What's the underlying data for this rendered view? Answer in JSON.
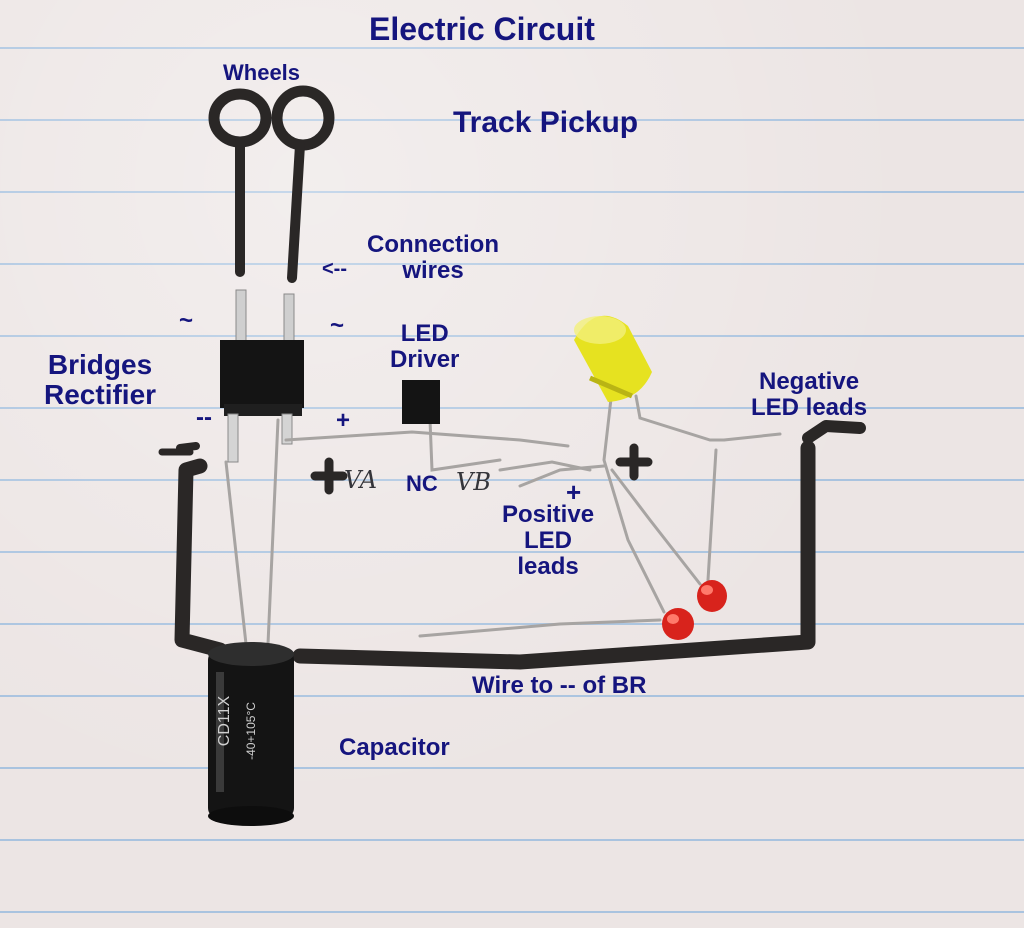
{
  "labels": {
    "title": "Electric Circuit",
    "wheels": "Wheels",
    "track_pickup": "Track Pickup",
    "connection_wires": [
      "Connection",
      "wires"
    ],
    "arrow_left": "<--",
    "ac_tilde_left": "~",
    "ac_tilde_right": "~",
    "led_driver": [
      "LED",
      "Driver"
    ],
    "bridges_rectifier": [
      "Bridges",
      "Rectifier"
    ],
    "br_minus": "--",
    "br_plus": "+",
    "driver_nc": "NC",
    "positive_plus": "+",
    "positive_led_leads": [
      "Positive",
      "LED",
      "leads"
    ],
    "negative_led_leads": [
      "Negative",
      "LED leads"
    ],
    "wire_to_br": "Wire to -- of BR",
    "capacitor": "Capacitor"
  },
  "handwriting": {
    "va": "VA",
    "vb": "VB",
    "cap_print": "CD11X",
    "cap_rating": "-40+105°C"
  },
  "colors": {
    "paper": "#ece5e4",
    "ruled_line": "#a9c3df",
    "label_text": "#15157e",
    "marker": "#2a2726",
    "led_yellow": "#e6e220",
    "led_red": "#d8231c",
    "component_black": "#141414"
  }
}
